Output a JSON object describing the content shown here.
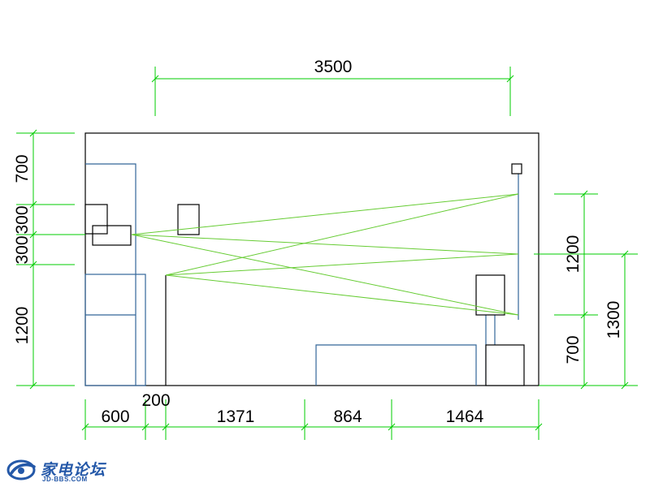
{
  "colors": {
    "dimension": "#00cc00",
    "ray": "#66cc33",
    "outline": "#000000",
    "furniture": "#336699",
    "logo": "#2458a8"
  },
  "dimensions": {
    "top_width": "3500",
    "left_stack": [
      "700",
      "300",
      "300",
      "1200"
    ],
    "right_inner": [
      "1200",
      "700"
    ],
    "right_outer": "1300",
    "bottom_chain": [
      "600",
      "200",
      "1371",
      "864",
      "1464"
    ]
  },
  "logo": {
    "title": "家电论坛",
    "subtitle": "JD-BBS.COM",
    "icon": "logo-swirl-icon"
  }
}
